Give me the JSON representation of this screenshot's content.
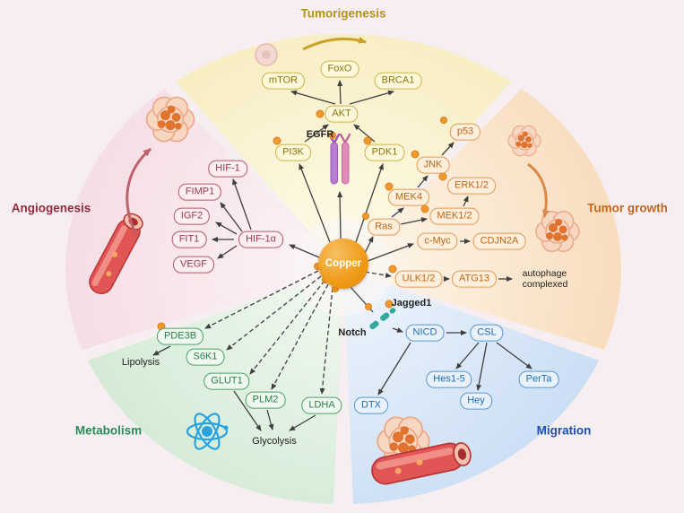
{
  "figure": "Copper signaling pathway wheel diagram",
  "background_color": "#f6eef1",
  "center": {
    "label": "Copper",
    "color": "#ef9a17"
  },
  "sections": [
    {
      "label": "Tumorigenesis",
      "color": "#b1941a",
      "wedge_color": "#f7ecbe"
    },
    {
      "label": "Tumor growth",
      "color": "#c2661d",
      "wedge_color": "#f8ddbd"
    },
    {
      "label": "Migration",
      "color": "#1d4fae",
      "wedge_color": "#c9ddf4"
    },
    {
      "label": "Metabolism",
      "color": "#2e8b57",
      "wedge_color": "#d3ead5"
    },
    {
      "label": "Angiogenesis",
      "color": "#8e2d3e",
      "wedge_color": "#f5dde4"
    }
  ],
  "nodes": [
    {
      "label": "mTOR",
      "group": "tumorigenesis"
    },
    {
      "label": "FoxO",
      "group": "tumorigenesis"
    },
    {
      "label": "BRCA1",
      "group": "tumorigenesis"
    },
    {
      "label": "AKT",
      "group": "tumorigenesis"
    },
    {
      "label": "PI3K",
      "group": "tumorigenesis"
    },
    {
      "label": "PDK1",
      "group": "tumorigenesis"
    },
    {
      "label": "p53",
      "group": "tumor-growth"
    },
    {
      "label": "JNK",
      "group": "tumor-growth"
    },
    {
      "label": "ERK1/2",
      "group": "tumor-growth"
    },
    {
      "label": "MEK4",
      "group": "tumor-growth"
    },
    {
      "label": "MEK1/2",
      "group": "tumor-growth"
    },
    {
      "label": "Ras",
      "group": "tumor-growth"
    },
    {
      "label": "c-Myc",
      "group": "tumor-growth"
    },
    {
      "label": "CDJN2A",
      "group": "tumor-growth"
    },
    {
      "label": "ULK1/2",
      "group": "tumor-growth"
    },
    {
      "label": "ATG13",
      "group": "tumor-growth"
    },
    {
      "label": "HIF-1",
      "group": "angiogenesis"
    },
    {
      "label": "FIMP1",
      "group": "angiogenesis"
    },
    {
      "label": "IGF2",
      "group": "angiogenesis"
    },
    {
      "label": "FIT1",
      "group": "angiogenesis"
    },
    {
      "label": "VEGF",
      "group": "angiogenesis"
    },
    {
      "label": "HIF-1α",
      "group": "angiogenesis"
    },
    {
      "label": "PDE3B",
      "group": "metabolism"
    },
    {
      "label": "S6K1",
      "group": "metabolism"
    },
    {
      "label": "GLUT1",
      "group": "metabolism"
    },
    {
      "label": "PLM2",
      "group": "metabolism"
    },
    {
      "label": "LDHA",
      "group": "metabolism"
    },
    {
      "label": "NICD",
      "group": "migration"
    },
    {
      "label": "CSL",
      "group": "migration"
    },
    {
      "label": "Hes1-5",
      "group": "migration"
    },
    {
      "label": "PerTa",
      "group": "migration"
    },
    {
      "label": "Hey",
      "group": "migration"
    },
    {
      "label": "DTX",
      "group": "migration"
    }
  ],
  "texts": {
    "egfr": "EGFR",
    "lipolysis": "Lipolysis",
    "glycolysis": "Glycolysis",
    "jagged1": "Jagged1",
    "notch": "Notch",
    "autophagy": "autophage\ncomplexed"
  },
  "decorations": [
    "tumor-cell-cluster",
    "blood-vessel",
    "atom-icon",
    "egfr-receptor-icon",
    "notch-receptor-icon",
    "curved-arrow",
    "copper-ion-dot"
  ]
}
